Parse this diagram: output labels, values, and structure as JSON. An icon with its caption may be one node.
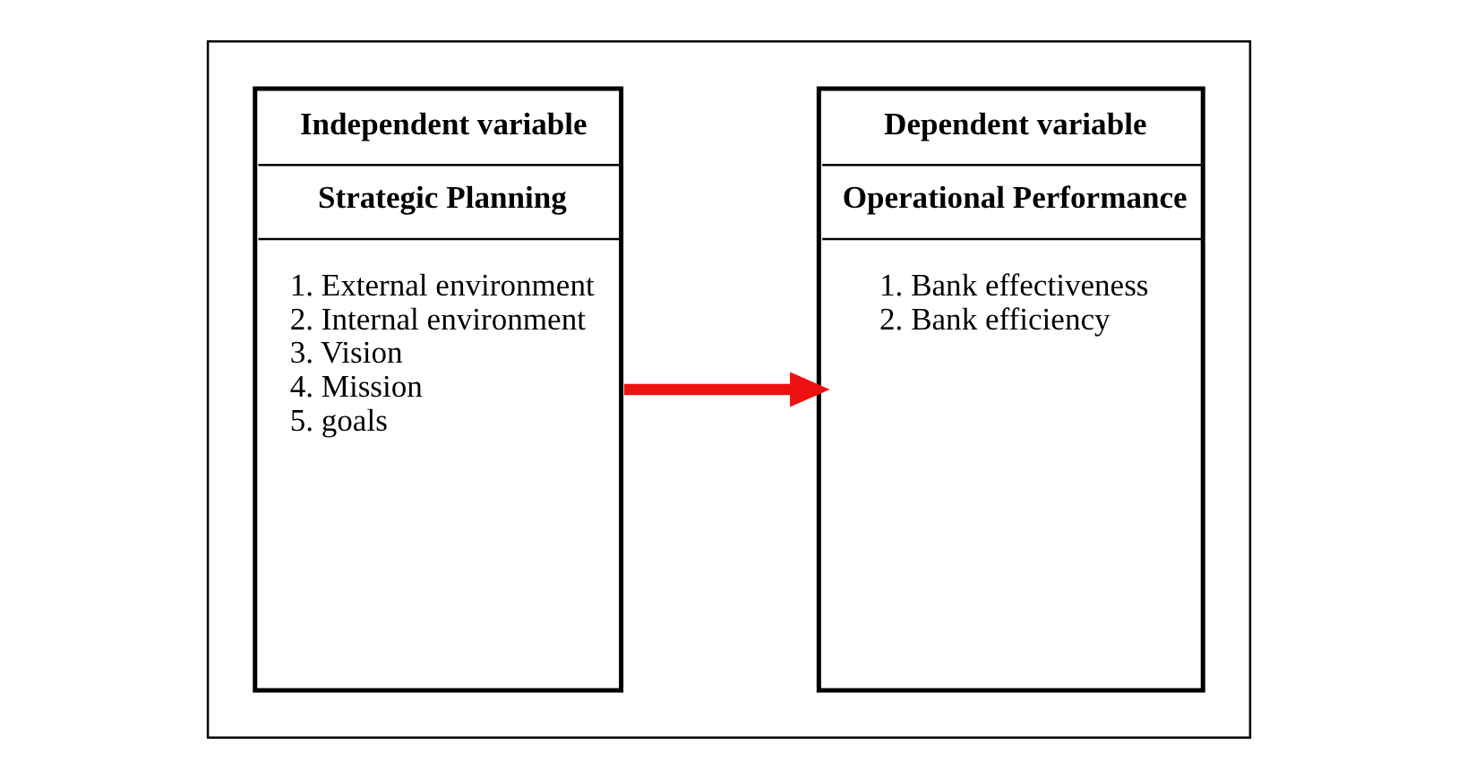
{
  "diagram": {
    "nodes": [
      {
        "text": [],
        "shape": "box"
      },
      {
        "text": [
          "Independent variable",
          "Strategic Planning",
          "1. External environment",
          "2. Internal environment",
          "3. Vision",
          "4. Mission",
          "5. goals"
        ],
        "in": 0
      },
      {
        "text": [
          "Dependent variable",
          "Operational Performance",
          "1. Bank effectiveness",
          "2. Bank efficiency"
        ],
        "in": 0
      }
    ],
    "edges": [
      {
        "from": 1,
        "to": 2,
        "arrow": "to",
        "color": "#ee1111"
      }
    ]
  }
}
